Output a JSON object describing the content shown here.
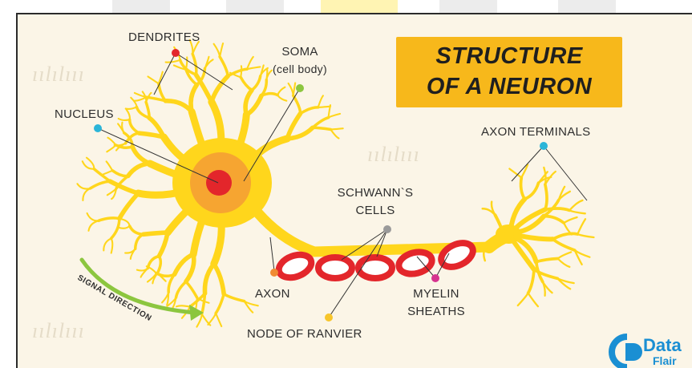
{
  "title": {
    "line1": "STRUCTURE",
    "line2": "OF A NEURON"
  },
  "labels": {
    "dendrites": "DENDRITES",
    "soma_line1": "SOMA",
    "soma_line2": "(cell body)",
    "nucleus": "NUCLEUS",
    "axon_terminals": "AXON TERMINALS",
    "schwann_line1": "SCHWANN`S",
    "schwann_line2": "CELLS",
    "axon": "AXON",
    "myelin_line1": "MYELIN",
    "myelin_line2": "SHEATHS",
    "node_of_ranvier": "NODE OF RANVIER",
    "signal_direction": "SIGNAL DIRECTION"
  },
  "logo": {
    "line1": "Data",
    "line2": "Flair"
  },
  "colors": {
    "neuron": "#ffd61c",
    "soma_ring": "#f6a531",
    "nucleus": "#e3262b",
    "myelin": "#e3262b",
    "title_bg": "#f7b81b",
    "signal_arrow": "#8cc63f",
    "dot_dendrites": "#e3262b",
    "dot_soma": "#8cc63f",
    "dot_nucleus": "#2bb5d8",
    "dot_axon_terminals": "#2bb5d8",
    "dot_schwann": "#9a9a9a",
    "dot_axon": "#f08a33",
    "dot_myelin": "#d6338f",
    "dot_node": "#f7c52a",
    "logo": "#1a8fd3"
  }
}
